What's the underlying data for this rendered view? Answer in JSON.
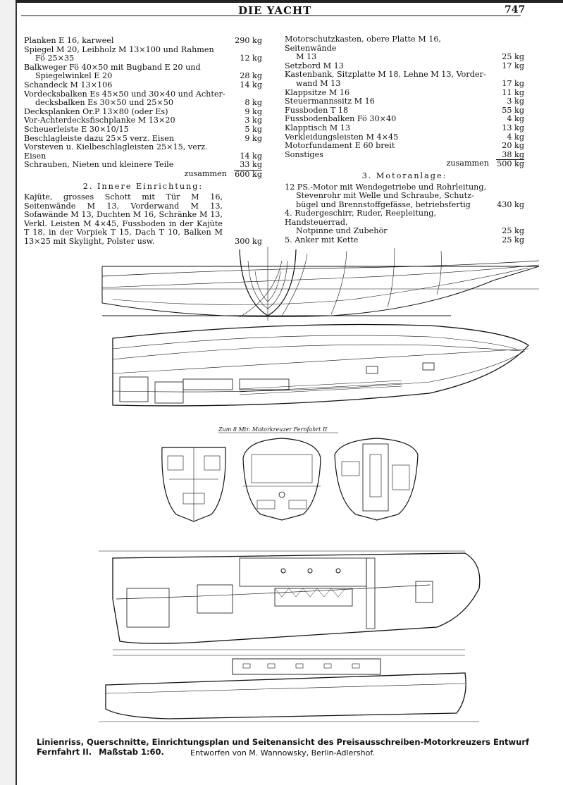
{
  "header": {
    "title": "DIE YACHT",
    "page_number": "747"
  },
  "left_column": {
    "items": [
      {
        "lines": [
          "Planken E 16, karweel"
        ],
        "value": "290 kg"
      },
      {
        "lines": [
          "Spiegel M 20, Leibholz M 13×100 und Rahmen",
          "Fö 25×35"
        ],
        "value": "12 kg"
      },
      {
        "lines": [
          "Balkweger Fö 40×50 mit Bugband E 20 und",
          "Spiegelwinkel E 20"
        ],
        "value": "28 kg"
      },
      {
        "lines": [
          "Schandeck M 13×106"
        ],
        "value": "14 kg"
      },
      {
        "lines": [
          "Vordecksbalken Es 45×50 und 30×40 und Achter-",
          "decksbalken Es 30×50 und 25×50"
        ],
        "value": "8 kg"
      },
      {
        "lines": [
          "Decksplanken Or.P 13×80 (oder Es)"
        ],
        "value": "9 kg"
      },
      {
        "lines": [
          "Vor-Achterdecksfischplanke M 13×20"
        ],
        "value": "3 kg"
      },
      {
        "lines": [
          "Scheuerleiste E 30×10/15"
        ],
        "value": "5 kg"
      },
      {
        "lines": [
          "Beschlagleiste dazu 25×5 verz. Eisen"
        ],
        "value": "9 kg"
      },
      {
        "lines": [
          "Vorsteven u. Kielbeschlagleisten 25×15, verz. Eisen"
        ],
        "value": "14 kg"
      },
      {
        "lines": [
          "Schrauben, Nieten und kleinere Teile"
        ],
        "value": "33 kg"
      }
    ],
    "total_label": "zusammen",
    "total_value": "600 kg",
    "section_heading": "2. Innere Einrichtung:",
    "section_text": "Kajüte, grosses Schott mit Tür M 16, Seitenwände M 13, Vorderwand M 13, Sofawände M 13, Duchten M 16, Schränke M 13, Verkl. Leisten M 4×45, Fussboden in der Kajüte T 18, in der Vorpiek T 15, Dach T 10, Balken M 13×25 mit Skylight, Polster usw.",
    "section_value": "300 kg"
  },
  "right_column": {
    "items": [
      {
        "lines": [
          "Motorschutzkasten, obere Platte M 16, Seitenwände",
          "M 13"
        ],
        "value": "25 kg"
      },
      {
        "lines": [
          "Setzbord M 13"
        ],
        "value": "17 kg"
      },
      {
        "lines": [
          "Kastenbank, Sitzplatte M 18, Lehne M 13, Vorder-",
          "wand M 13"
        ],
        "value": "17 kg"
      },
      {
        "lines": [
          "Klappsitze M 16"
        ],
        "value": "11 kg"
      },
      {
        "lines": [
          "Steuermannssitz M 16"
        ],
        "value": "3 kg"
      },
      {
        "lines": [
          "Fussboden T 18"
        ],
        "value": "55 kg"
      },
      {
        "lines": [
          "Fussbodenbalken Fö 30×40"
        ],
        "value": "4 kg"
      },
      {
        "lines": [
          "Klapptisch M 13"
        ],
        "value": "13 kg"
      },
      {
        "lines": [
          "Verkleidungsleisten M 4×45"
        ],
        "value": "4 kg"
      },
      {
        "lines": [
          "Motorfundament E 60 breit"
        ],
        "value": "20 kg"
      },
      {
        "lines": [
          "Sonstiges"
        ],
        "value": "38 kg"
      }
    ],
    "total_label": "zusammen",
    "total_value": "500 kg",
    "section_heading": "3. Motoranlage:",
    "motor_items": [
      {
        "lines": [
          "12 PS.-Motor mit Wendegetriebe und Rohrleitung,",
          "Stevenrohr mit Welle und Schraube, Schutz-",
          "bügel und Brennstoffgefässe, betriebsfertig"
        ],
        "value": "430 kg"
      },
      {
        "lines": [
          "4. Rudergeschirr, Ruder, Reepleitung, Handsteuerrad,",
          "Notpinne und Zubehör"
        ],
        "value": "25 kg"
      },
      {
        "lines": [
          "5. Anker mit Kette"
        ],
        "value": "25 kg"
      }
    ]
  },
  "drawing_title": "Zum 8 Mtr. Motorkreuzer Fernfahrt II",
  "caption": "Linienriss, Querschnitte, Einrichtungsplan und Seitenansicht des Preisausschreiben-Motorkreuzers Entwurf Fernfahrt II.",
  "scale": "Maßstab 1:60.",
  "byline": "Entworfen von M. Wannowsky, Berlin-Adlershof."
}
